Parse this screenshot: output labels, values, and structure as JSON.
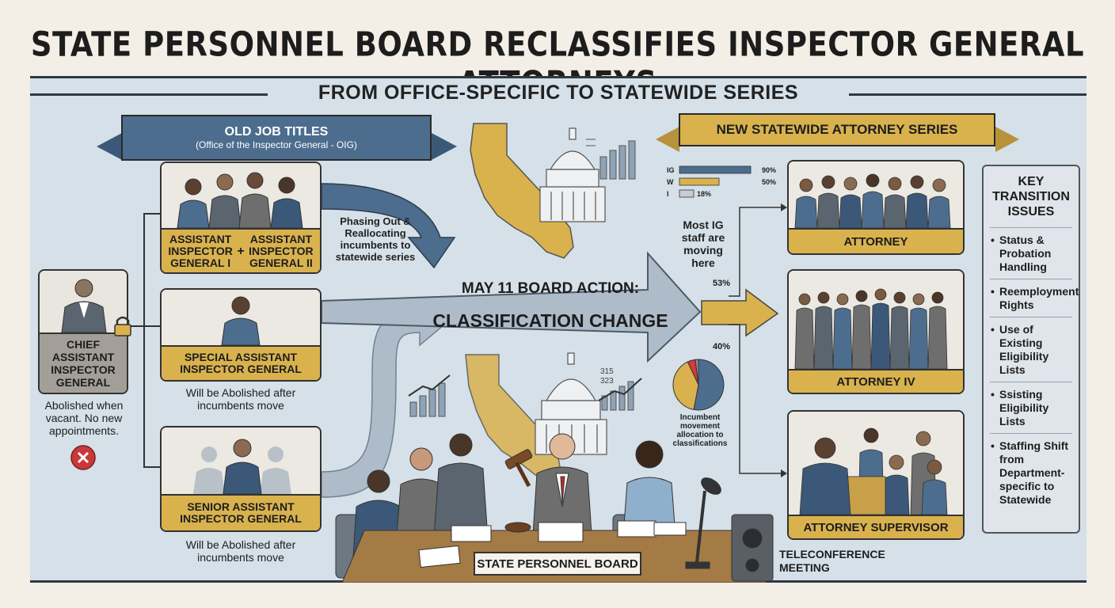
{
  "title": "STATE PERSONNEL BOARD RECLASSIFIES INSPECTOR GENERAL ATTORNEYS",
  "subtitle": "FROM OFFICE-SPECIFIC TO STATEWIDE SERIES",
  "old_titles": {
    "heading": "OLD JOB TITLES",
    "subheading": "(Office of the Inspector General - OIG)",
    "chief": {
      "label": "CHIEF ASSISTANT INSPECTOR GENERAL",
      "note": "Abolished when vacant. No new appointments."
    },
    "assistant": {
      "label_1": "ASSISTANT INSPECTOR GENERAL I",
      "plus": "+",
      "label_2": "ASSISTANT INSPECTOR GENERAL II"
    },
    "special": {
      "label": "SPECIAL ASSISTANT INSPECTOR GENERAL",
      "note": "Will be Abolished after incumbents move"
    },
    "senior": {
      "label": "SENIOR ASSISTANT INSPECTOR GENERAL",
      "note": "Will be Abolished after incumbents move"
    }
  },
  "phasing_text": "Phasing Out & Reallocating incumbents to statewide series",
  "board_action": {
    "line1": "MAY 11 BOARD ACTION:",
    "line2": "CLASSIFICATION CHANGE"
  },
  "new_series": {
    "heading": "NEW STATEWIDE ATTORNEY SERIES",
    "attorney": "ATTORNEY",
    "attorney_iv": "ATTORNEY IV",
    "attorney_supervisor": "ATTORNEY SUPERVISOR"
  },
  "chart_data": [
    {
      "type": "bar",
      "categories": [
        "IG",
        "W",
        "I"
      ],
      "values": [
        90,
        50,
        18
      ],
      "value_labels": [
        "90%",
        "50%",
        "18%"
      ],
      "xlim": [
        0,
        100
      ],
      "colors": [
        "#4d6d8e",
        "#d9b24e",
        "#c9cdd2"
      ]
    },
    {
      "type": "pie",
      "labels": [
        "",
        "",
        "",
        ""
      ],
      "values": [
        53,
        40,
        5,
        2
      ],
      "value_labels": [
        "53%",
        "40%"
      ],
      "colors": [
        "#4d6d8e",
        "#d9b24e",
        "#d8383a",
        "#8a949c"
      ],
      "caption": "Incumbent movement allocation to classifications"
    }
  ],
  "most_ig_text": "Most IG staff are moving here",
  "chart_small_numbers": [
    "315",
    "323"
  ],
  "key_issues": {
    "heading": "KEY TRANSITION ISSUES",
    "items": [
      "Status & Probation Handling",
      "Reemployment Rights",
      "Use of Existing Eligibility Lists",
      "Ssisting Eligibility Lists",
      "Staffing Shift from Department-specific to Statewide"
    ]
  },
  "board_sign": "STATE PERSONNEL BOARD",
  "teleconference": "TELECONFERENCE MEETING",
  "colors": {
    "gold": "#d9b24e",
    "navy": "#4d6d8e",
    "panel": "#d5e0e8",
    "grey_arrow": "#aebcc9"
  }
}
